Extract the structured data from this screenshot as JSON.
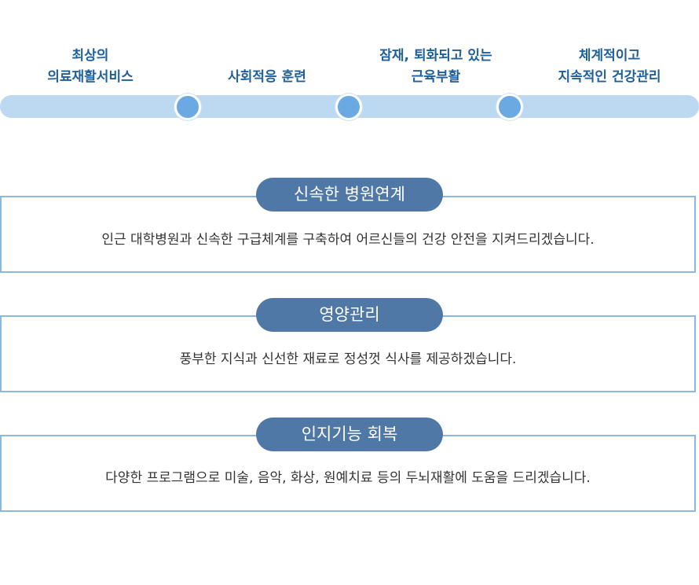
{
  "process": {
    "steps": [
      {
        "label": "최상의\n의료재활서비스"
      },
      {
        "label": "사회적응 훈련"
      },
      {
        "label": "잠재, 퇴화되고 있는\n근육부활"
      },
      {
        "label": "체계적이고\n지속적인 건강관리"
      }
    ]
  },
  "services": [
    {
      "title": "신속한 병원연계",
      "description": "인근 대학병원과 신속한 구급체계를 구축하여 어르신들의 건강 안전을 지켜드리겠습니다."
    },
    {
      "title": "영양관리",
      "description": "풍부한 지식과 신선한 재료로 정성껏 식사를 제공하겠습니다."
    },
    {
      "title": "인지기능 회복",
      "description": "다양한 프로그램으로 미술, 음악, 화상, 원예치료 등의 두뇌재활에 도움을 드리겠습니다."
    }
  ],
  "colors": {
    "accent": "#1f5f9a",
    "track": "#bdd9f1",
    "dot": "#6aa9e1",
    "card_border": "#8ab8e4",
    "title_pill": "#5078a6"
  }
}
